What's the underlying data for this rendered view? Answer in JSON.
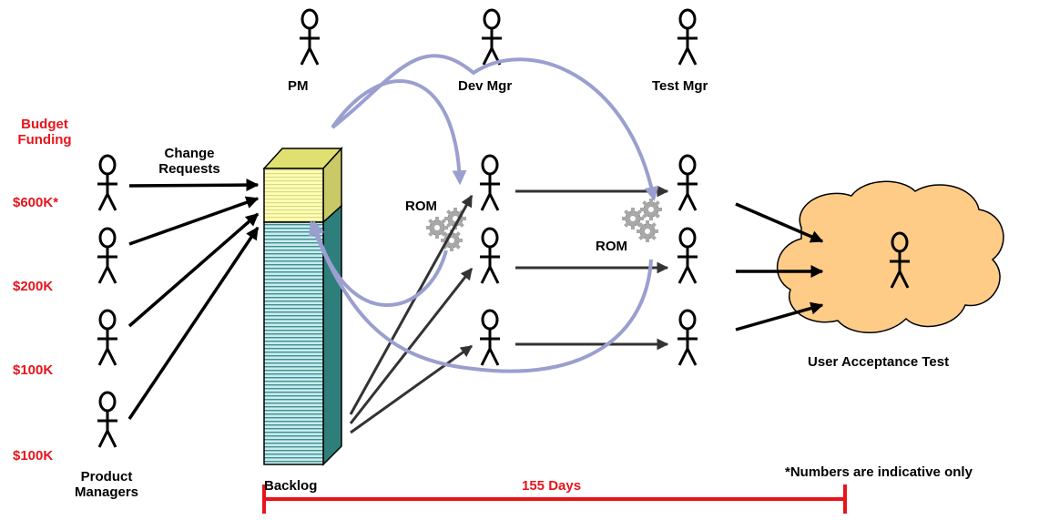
{
  "labels": {
    "budget_title": "Budget\nFunding",
    "change_requests": "Change\nRequests",
    "pm": "PM",
    "dev_mgr": "Dev Mgr",
    "test_mgr": "Test Mgr",
    "rom_dev": "ROM",
    "rom_test": "ROM",
    "user_acceptance_test": "User Acceptance Test",
    "product_managers": "Product\nManagers",
    "backlog": "Backlog",
    "duration": "155 Days",
    "footnote": "*Numbers are indicative only"
  },
  "budgets": [
    "$600K*",
    "$200K",
    "$100K",
    "$100K"
  ],
  "colors": {
    "budget_text": "#e8141b",
    "timeline": "#e8141b",
    "flow_arrows": "#9b9fcf",
    "backlog_front": "#b3dfe0",
    "backlog_side": "#2e7f7b",
    "change_front": "#ffff99",
    "change_top": "#e0e070",
    "cloud": "#ffcc88"
  },
  "icons": [
    "stick-figure-icon",
    "gear-icon",
    "cloud-icon"
  ]
}
